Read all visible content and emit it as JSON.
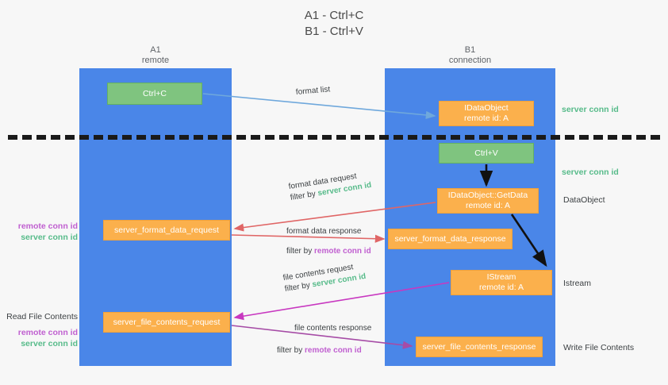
{
  "title": {
    "line1": "A1 - Ctrl+C",
    "line2": "B1 - Ctrl+V"
  },
  "lanes": {
    "left": {
      "name": "A1",
      "sub": "remote"
    },
    "right": {
      "name": "B1",
      "sub": "connection"
    }
  },
  "boxes": {
    "ctrl_c": {
      "line1": "Ctrl+C",
      "color": "#7fc47f"
    },
    "idataobject": {
      "line1": "IDataObject",
      "line2": "remote id: A",
      "color": "#fbb04c"
    },
    "ctrl_v": {
      "line1": "Ctrl+V",
      "color": "#7fc47f"
    },
    "getdata": {
      "line1": "IDataObject::GetData",
      "line2": "remote id: A",
      "color": "#fbb04c"
    },
    "format_data_request": {
      "line1": "server_format_data_request",
      "color": "#fbb04c"
    },
    "format_data_response": {
      "line1": "server_format_data_response",
      "color": "#fbb04c"
    },
    "istream": {
      "line1": "IStream",
      "line2": "remote id: A",
      "color": "#fbb04c"
    },
    "file_contents_request": {
      "line1": "server_file_contents_request",
      "color": "#fbb04c"
    },
    "file_contents_response": {
      "line1": "server_file_contents_response",
      "color": "#fbb04c"
    }
  },
  "edge_labels": {
    "format_list": "format list",
    "format_data_request": "format data request",
    "format_data_response": "format data response",
    "file_contents_request": "file contents request",
    "file_contents_response": "file contents response",
    "filter_by": "filter by",
    "server_conn_id": "server conn id",
    "remote_conn_id": "remote conn id"
  },
  "annotations": {
    "server_conn_id": "server conn id",
    "remote_conn_id": "remote conn id",
    "dataobject": "DataObject",
    "istream": "Istream",
    "write_file_contents": "Write File Contents",
    "read_file_contents": "Read File Contents"
  },
  "colors": {
    "lane": "#4a86e8",
    "green_box": "#7fc47f",
    "orange_box": "#fbb04c",
    "green_text": "#57bb8a",
    "purple_text": "#c05fd0",
    "arrow_blue": "#6fa8dc",
    "arrow_red": "#e06666",
    "arrow_magenta": "#c838c0",
    "arrow_purple": "#a64ca6",
    "arrow_black": "#111111",
    "divider": "#1a1a1a"
  }
}
